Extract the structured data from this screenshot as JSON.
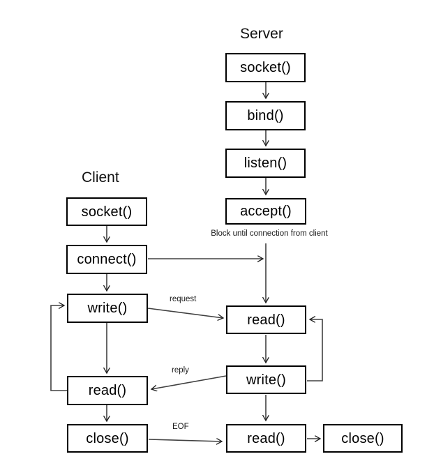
{
  "server": {
    "title": "Server",
    "nodes": {
      "socket": "socket()",
      "bind": "bind()",
      "listen": "listen()",
      "accept": "accept()",
      "read1": "read()",
      "write": "write()",
      "read2": "read()",
      "close": "close()"
    }
  },
  "client": {
    "title": "Client",
    "nodes": {
      "socket": "socket()",
      "connect": "connect()",
      "write": "write()",
      "read": "read()",
      "close": "close()"
    }
  },
  "annotations": {
    "block": "Block until connection from client",
    "request": "request",
    "reply": "reply",
    "eof": "EOF"
  },
  "colors": {
    "line": "#404040",
    "box_border": "#000000",
    "text": "#000000",
    "background": "#ffffff"
  }
}
